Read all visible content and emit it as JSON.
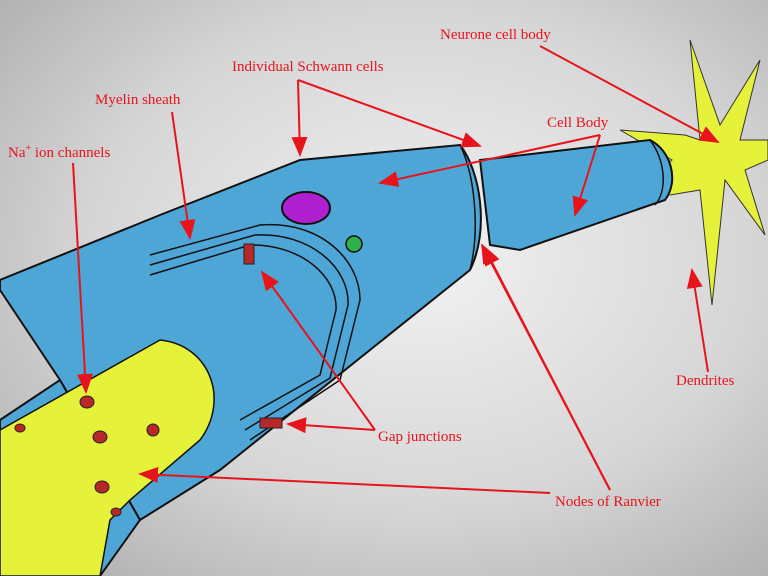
{
  "labels": {
    "neurone_cell_body": "Neurone cell body",
    "schwann_cells": "Individual Schwann cells",
    "myelin_sheath": "Myelin sheath",
    "cell_body": "Cell Body",
    "na_prefix": "Na",
    "na_sup": "+",
    "na_suffix": " ion channels",
    "dendrites": "Dendrites",
    "gap_junctions": "Gap junctions",
    "nodes_of_ranvier": "Nodes of Ranvier"
  },
  "colors": {
    "myelin": "#4ea6d6",
    "axon": "#e6f23a",
    "label": "#e8141c",
    "nucleus": "#b01fd0",
    "organelle": "#2fb04a",
    "channel": "#b8282a"
  }
}
